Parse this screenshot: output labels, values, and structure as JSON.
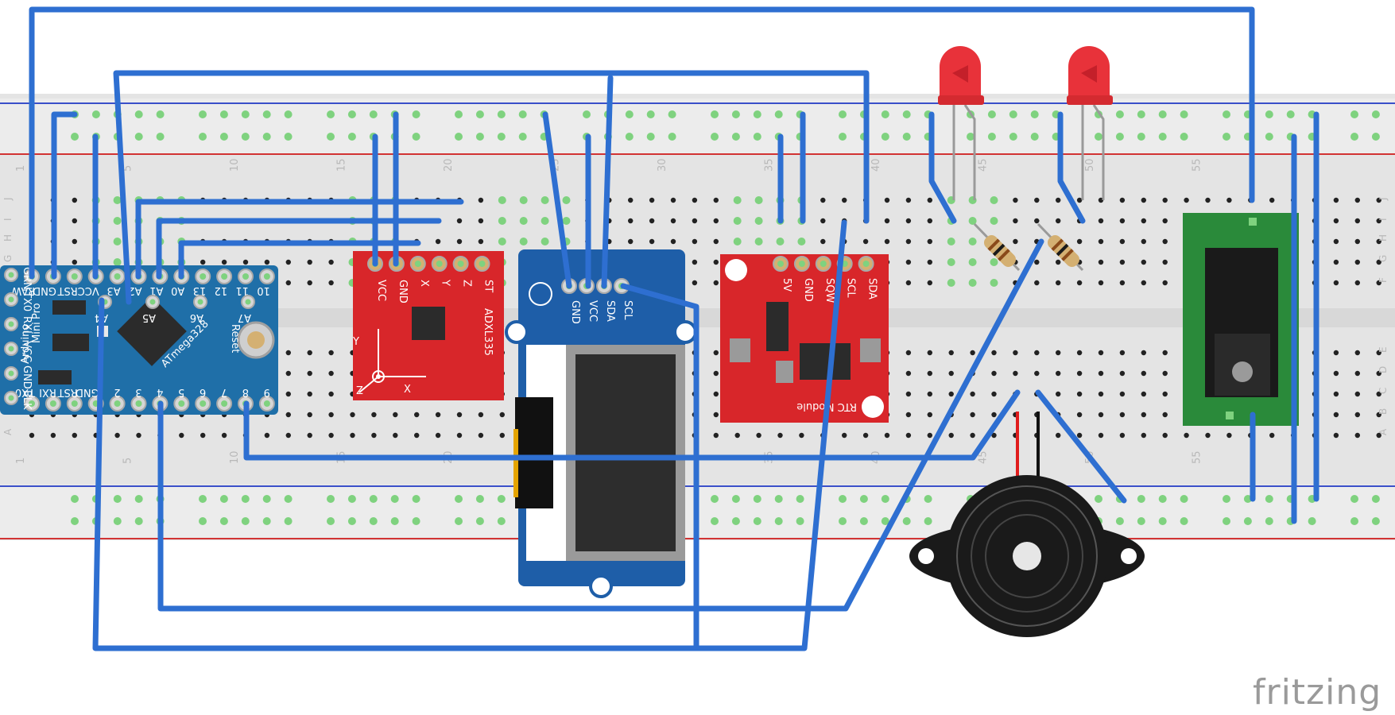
{
  "watermark": "fritzing",
  "breadboard": {
    "column_numbers": [
      "1",
      "5",
      "10",
      "15",
      "20",
      "25",
      "30",
      "35",
      "40",
      "45",
      "50",
      "55"
    ],
    "row_letters_upper": [
      "J",
      "I",
      "H",
      "G",
      "F"
    ],
    "row_letters_lower": [
      "E",
      "D",
      "C",
      "B",
      "A"
    ]
  },
  "arduino": {
    "chip": "ATmega328",
    "name_lines": [
      "Arduino",
      "Mini",
      "Pro"
    ],
    "top_pins": [
      "RAW",
      "GND",
      "RST",
      "VCC",
      "A3",
      "A2",
      "A1",
      "A0",
      "13",
      "12",
      "11",
      "10"
    ],
    "bottom_pins": [
      "TX0",
      "RXI",
      "RST",
      "GND",
      "2",
      "3",
      "4",
      "5",
      "6",
      "7",
      "8",
      "9"
    ],
    "side_pins": [
      "GRN",
      "TX0",
      "RXI",
      "VCC",
      "GND",
      "BLK"
    ],
    "inner_pins": [
      "A4",
      "A5",
      "A6",
      "A7"
    ],
    "reset": "Reset"
  },
  "accelerometer": {
    "name": "ADXL335",
    "pins": [
      "VCC",
      "GND",
      "X",
      "Y",
      "Z",
      "ST"
    ],
    "axes": [
      "Y",
      "X",
      "Z"
    ]
  },
  "oled": {
    "pins": [
      "GND",
      "VCC",
      "SDA",
      "SCL"
    ]
  },
  "rtc": {
    "name": "RTC Module",
    "pins": [
      "5V",
      "GND",
      "SQW",
      "SCL",
      "SDA"
    ]
  },
  "colors": {
    "wire": "#2e6fd1",
    "board_pcb": "#1f6fa8",
    "sensor_pcb": "#d8262a",
    "oled_pcb": "#1e5ea8",
    "jack_pcb": "#2a8a3a",
    "led": "#e8323a",
    "hole_connected": "#7fd27f"
  }
}
